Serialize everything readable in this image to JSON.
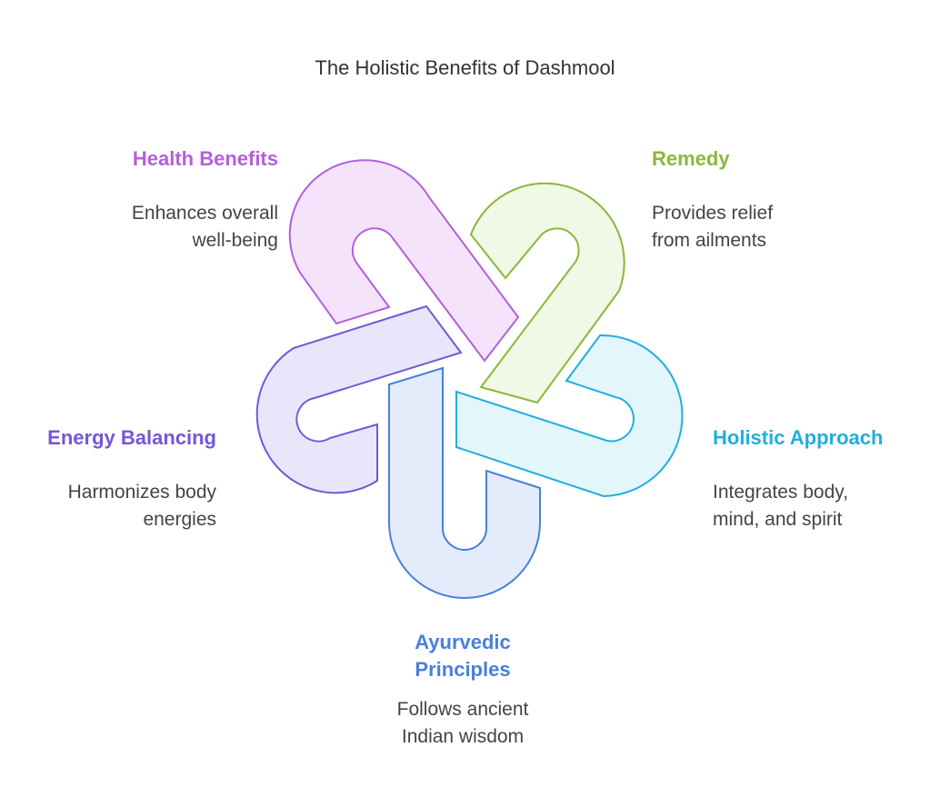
{
  "title": "The Holistic Benefits of Dashmool",
  "items": [
    {
      "heading": "Health Benefits",
      "desc": "Enhances overall\nwell-being",
      "color": "#b45fdc",
      "fill": "#f5e3fb"
    },
    {
      "heading": "Remedy",
      "desc": "Provides relief\nfrom ailments",
      "color": "#8ab83a",
      "fill": "#f0f8e6"
    },
    {
      "heading": "Holistic Approach",
      "desc": "Integrates body,\nmind, and spirit",
      "color": "#22aedc",
      "fill": "#e2f6fc"
    },
    {
      "heading": "Ayurvedic\nPrinciples",
      "desc": "Follows ancient\nIndian wisdom",
      "color": "#4a7fdc",
      "fill": "#e4ecfb"
    },
    {
      "heading": "Energy Balancing",
      "desc": "Harmonizes body\nenergies",
      "color": "#7358d6",
      "fill": "#e9e5fb"
    }
  ]
}
